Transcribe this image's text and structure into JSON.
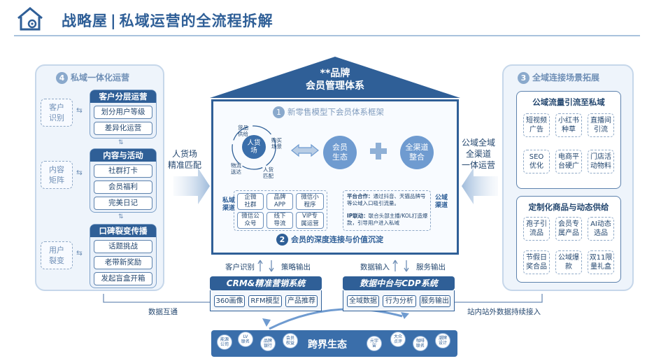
{
  "header": {
    "brand": "战略屋",
    "separator": "|",
    "title": "私域运营的全流程拆解"
  },
  "house": {
    "roof_line1": "**品牌",
    "roof_line2": "会员管理体系"
  },
  "center": {
    "section1": {
      "num": "1",
      "title": "新零售模型下会员体系框架"
    },
    "cycle": {
      "center_line1": "人货",
      "center_line2": "场",
      "labels": [
        "货品\n供给",
        "购买\n场景",
        "物流\n送达",
        "人货\n匹配"
      ]
    },
    "member_ecology": "会员\n生态",
    "omni_channel": "全渠道\n整合",
    "private_channel_label": "私域\n渠道",
    "public_channel_label": "公域\n渠道",
    "private_items": [
      "企微\n社群",
      "品牌\nAPP",
      "微信小\n程序",
      "微信公\n众号",
      "线下\n导流",
      "VIP专\n属运营"
    ],
    "public_items": [
      {
        "head": "平台合作：",
        "text": "通过抖音、天猫品牌号等公域入口吸引流量。"
      },
      {
        "head": "IP联动：",
        "text": "联合头部主播/KOL打造爆款，引导用户进入私域"
      }
    ],
    "section2": {
      "num": "2",
      "title": "会员的深度连接与价值沉淀"
    }
  },
  "left": {
    "section": {
      "num": "4",
      "title": "私域一体化运营"
    },
    "side_labels": [
      "客户\n识别",
      "内容\n矩阵",
      "用户\n裂变"
    ],
    "groups": [
      {
        "title": "客户分层运营",
        "items": [
          "划分用户等级",
          "差异化运营"
        ]
      },
      {
        "title": "内容与活动",
        "items": [
          "社群打卡",
          "会员福利",
          "完美日记"
        ]
      },
      {
        "title": "口碑裂变传播",
        "items": [
          "话题挑战",
          "老带新奖励",
          "发起盲盒开箱"
        ]
      }
    ]
  },
  "right": {
    "section": {
      "num": "3",
      "title": "全域连接场景拓展"
    },
    "box1": {
      "title": "公域流量引流至私域",
      "items": [
        "短视频\n广告",
        "小红书\n种草",
        "直播间\n引流",
        "SEO\n优化",
        "电商平\n台硬广",
        "门店活\n动物料"
      ]
    },
    "box2": {
      "title": "定制化商品与动态供给",
      "items": [
        "孢子引\n流品",
        "会员专\n属产品",
        "AI动态\n选品",
        "节假日\n奖合品",
        "公域爆\n款",
        "双11限\n量礼盒"
      ]
    }
  },
  "arrows": {
    "left_label": "人货场\n精准匹配",
    "right_label": "公域全域\n全渠道\n一体运营",
    "customer_id": "客户识别",
    "strategy_out": "策略输出",
    "data_in": "数据输入",
    "service_out": "服务输出",
    "data_interconnect": "数据互通",
    "station_data": "站内站外数据持续接入"
  },
  "systems": {
    "crm": {
      "title": "CRM&精准营销系统",
      "items": [
        "360画像",
        "RFM模型",
        "产品推荐"
      ]
    },
    "cdp": {
      "title": "数据中台与CDP系统",
      "items": [
        "全域数据",
        "行为分析",
        "服务输出"
      ]
    }
  },
  "ecosystem": {
    "title": "跨界生态",
    "partners": [
      "能源\n公司",
      "LV\n联名",
      "品牌\n银行",
      "会员\n权益",
      "元宇\n宙",
      "大众\n点评",
      "咖啡\n联名",
      "潮牌\n设计"
    ]
  }
}
